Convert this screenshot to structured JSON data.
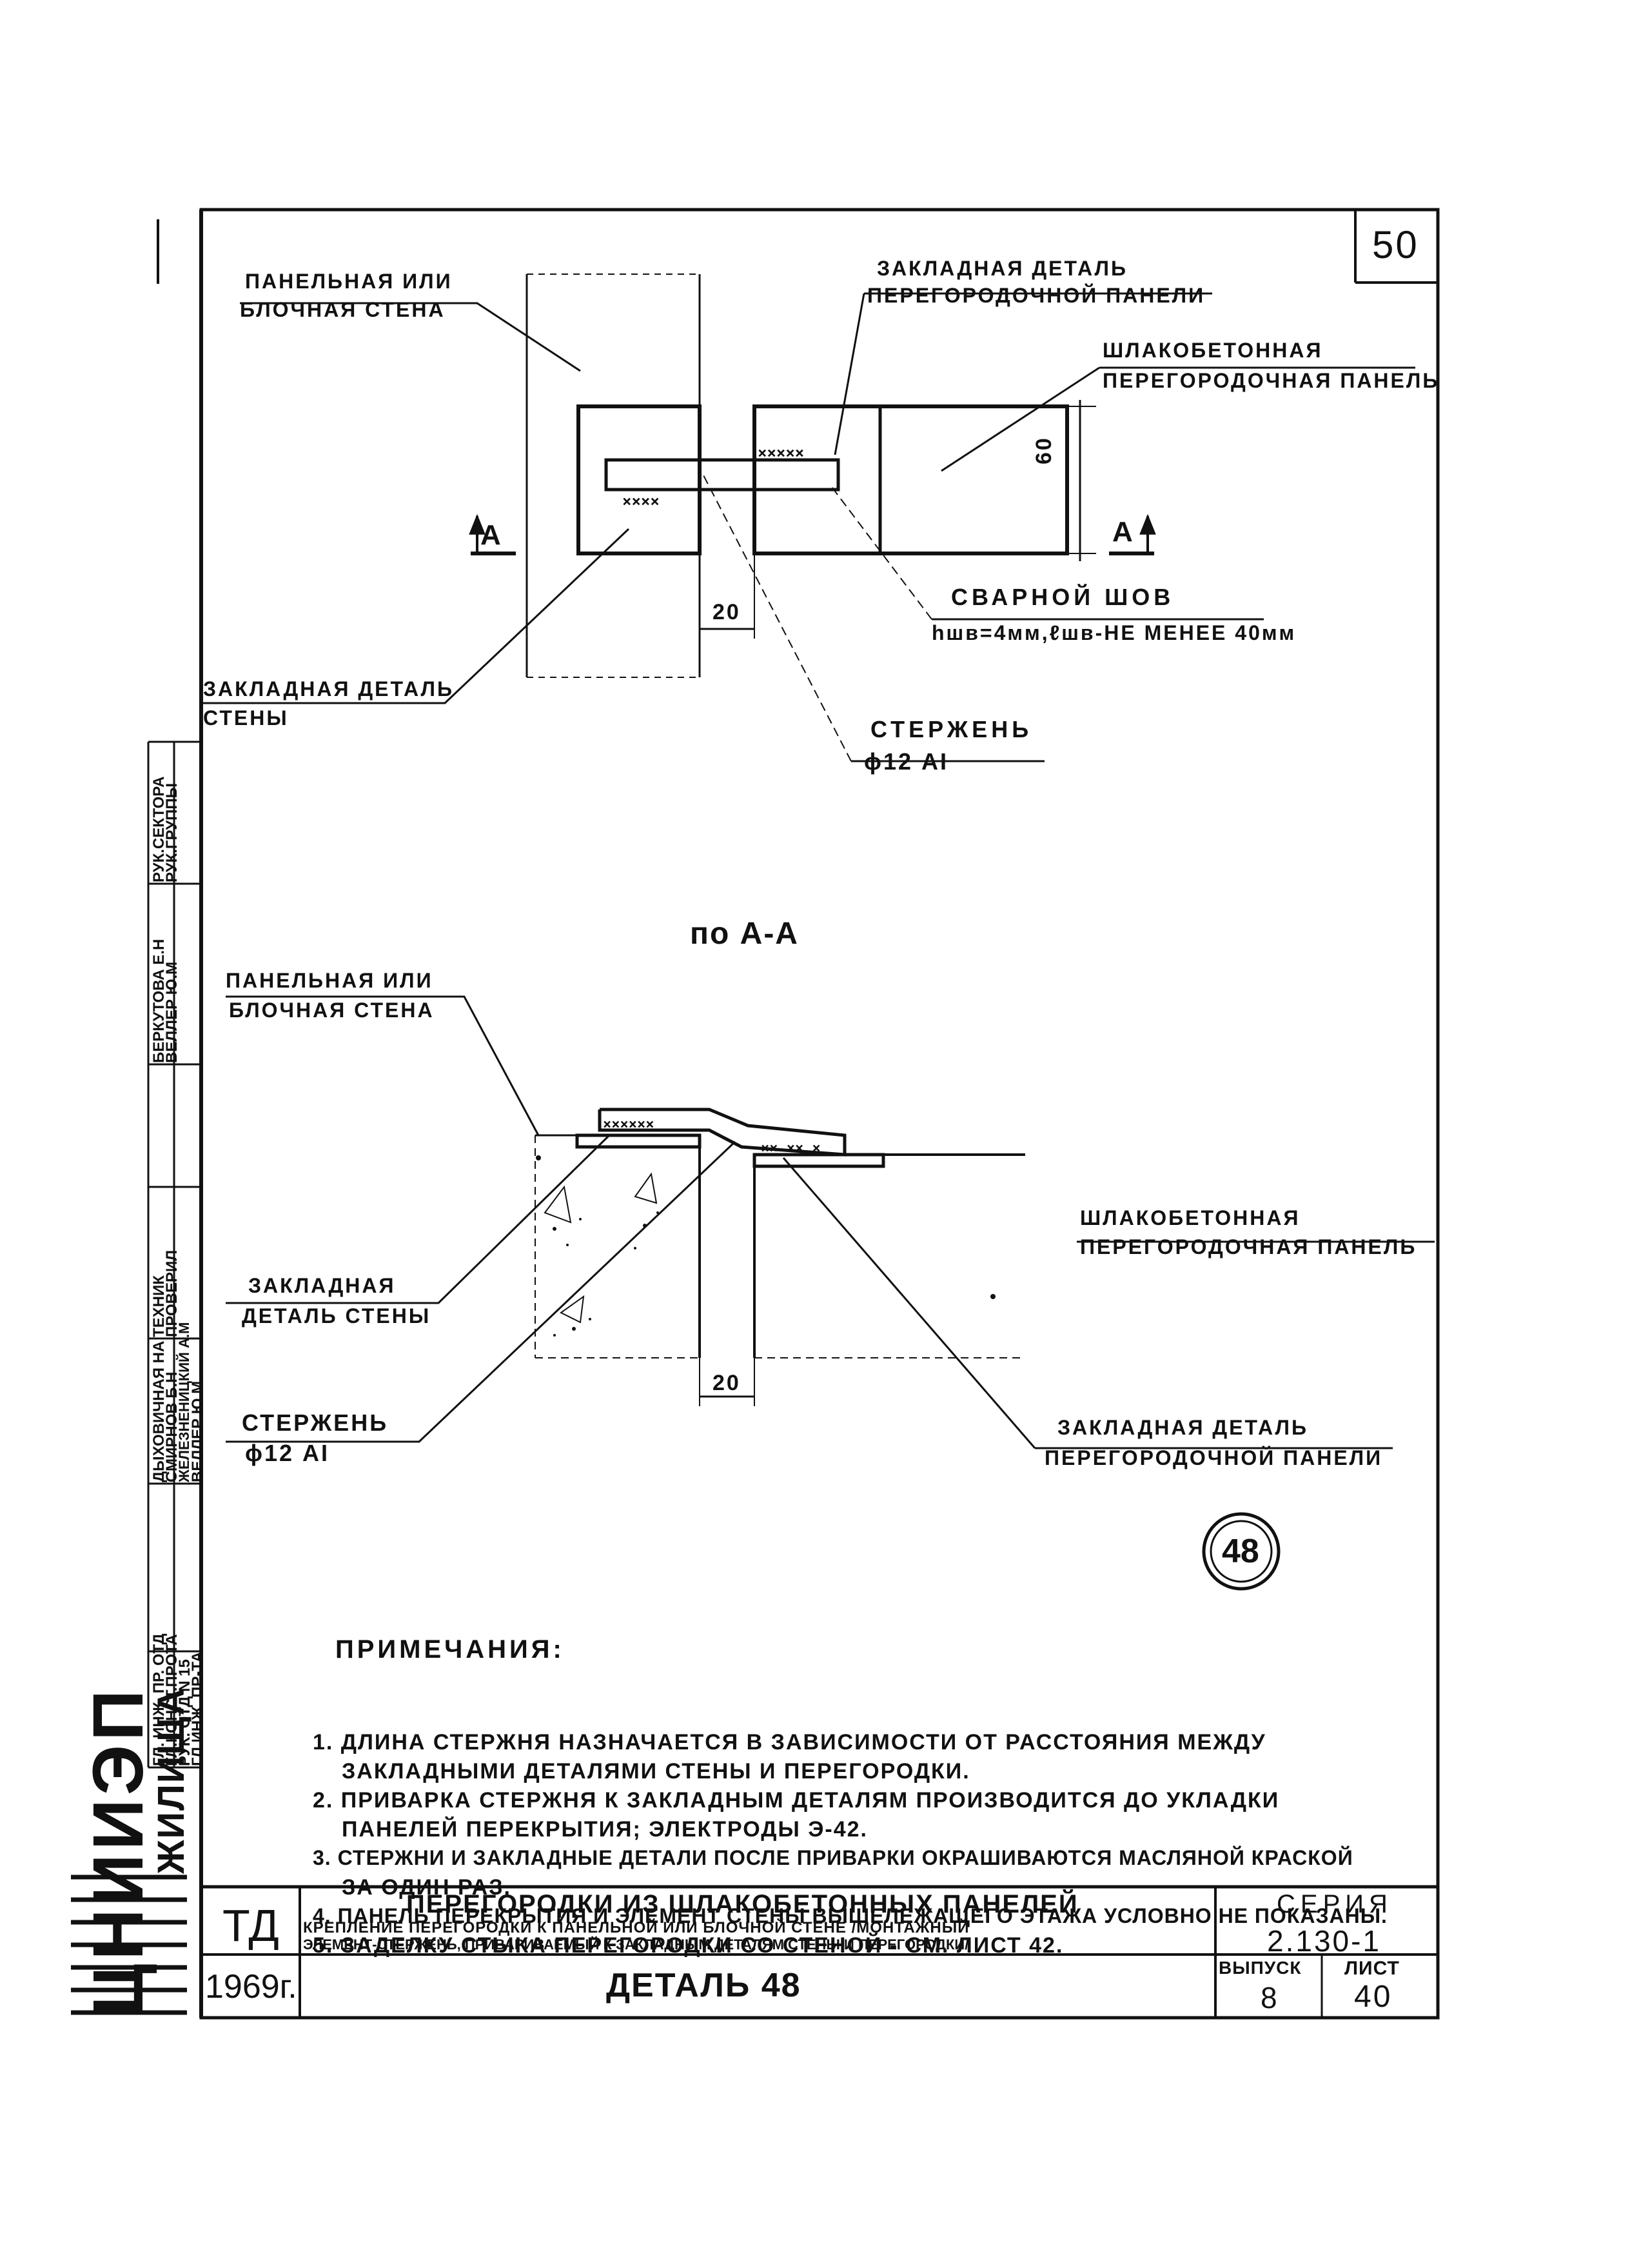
{
  "sheet_number": "50",
  "plan_view": {
    "label_wall": [
      "ПАНЕЛЬНАЯ ИЛИ",
      "БЛОЧНАЯ СТЕНА"
    ],
    "label_embedded_partition": [
      "ЗАКЛАДНАЯ ДЕТАЛЬ",
      "ПЕРЕГОРОДОЧНОЙ ПАНЕЛИ"
    ],
    "label_slag_panel": [
      "ШЛАКОБЕТОННАЯ",
      "ПЕРЕГОРОДОЧНАЯ ПАНЕЛЬ"
    ],
    "dim_60": "60",
    "section_mark_left": "А",
    "section_mark_right": "А",
    "dim_20": "20",
    "label_weld": [
      "СВАРНОЙ ШОВ",
      "hшв=4мм,ℓшв-НЕ МЕНЕЕ 40мм"
    ],
    "label_embedded_wall": [
      "ЗАКЛАДНАЯ ДЕТАЛЬ",
      "СТЕНЫ"
    ],
    "label_rod": [
      "СТЕРЖЕНЬ",
      "ϕ12 АI"
    ]
  },
  "section_view": {
    "title": "по А-А",
    "label_wall": [
      "ПАНЕЛЬНАЯ ИЛИ",
      "БЛОЧНАЯ СТЕНА"
    ],
    "label_slag_panel": [
      "ШЛАКОБЕТОННАЯ",
      "ПЕРЕГОРОДОЧНАЯ ПАНЕЛЬ"
    ],
    "label_embedded_wall": [
      "ЗАКЛАДНАЯ",
      "ДЕТАЛЬ СТЕНЫ"
    ],
    "label_rod": [
      "СТЕРЖЕНЬ",
      "ϕ12 АI"
    ],
    "dim_20": "20",
    "label_embedded_partition": [
      "ЗАКЛАДНАЯ ДЕТАЛЬ",
      "ПЕРЕГОРОДОЧНОЙ ПАНЕЛИ"
    ]
  },
  "detail_badge": "48",
  "notes": {
    "heading": "ПРИМЕЧАНИЯ:",
    "items": [
      "1. ДЛИНА СТЕРЖНЯ НАЗНАЧАЕТСЯ В ЗАВИСИМОСТИ ОТ РАССТОЯНИЯ МЕЖДУ",
      "ЗАКЛАДНЫМИ ДЕТАЛЯМИ СТЕНЫ И ПЕРЕГОРОДКИ.",
      "2. ПРИВАРКА СТЕРЖНЯ К ЗАКЛАДНЫМ ДЕТАЛЯМ ПРОИЗВОДИТСЯ ДО УКЛАДКИ",
      "ПАНЕЛЕЙ ПЕРЕКРЫТИЯ; ЭЛЕКТРОДЫ Э-42.",
      "3. СТЕРЖНИ И ЗАКЛАДНЫЕ ДЕТАЛИ ПОСЛЕ ПРИВАРКИ ОКРАШИВАЮТСЯ МАСЛЯНОЙ КРАСКОЙ",
      "ЗА ОДИН РАЗ.",
      "4. ПАНЕЛЬ ПЕРЕКРЫТИЯ И ЭЛЕМЕНТ СТЕНЫ ВЫШЕЛЕЖАЩЕГО ЭТАЖА УСЛОВНО НЕ ПОКАЗАНЫ.",
      "5. ЗАДЕЛКУ СТЫКА ПЕРЕГОРОДКИ СО СТЕНОЙ - СМ. ЛИСТ 42."
    ]
  },
  "title_block": {
    "td": "ТД",
    "title_main": "ПЕРЕГОРОДКИ ИЗ ШЛАКОБЕТОННЫХ ПАНЕЛЕЙ",
    "title_sub1": "КРЕПЛЕНИЕ ПЕРЕГОРОДКИ К ПАНЕЛЬНОЙ ИЛИ БЛОЧНОЙ СТЕНЕ /МОНТАЖНЫЙ",
    "title_sub2": "ЭЛЕМЕНТ-СТЕРЖЕНЬ, ПРИВАРИВАЕМЫЙ К ЗАКЛАДНЫМ ДЕТАЛЯМ СТЕНЫ И ПЕРЕГОРОДКИ/",
    "series_label": "СЕРИЯ",
    "series_value": "2.130-1",
    "year": "1969г.",
    "detail": "ДЕТАЛЬ 48",
    "issue_label": "ВЫПУСК",
    "issue_value": "8",
    "sheet_label": "ЛИСТ",
    "sheet_value": "40"
  },
  "side_stamp": {
    "org": "ЦНИИЭП",
    "org_suffix": "ЖИЛИЩА",
    "rows": [
      [
        "ГЛ. ИНЖ. ПР. ОТД",
        "ДЫХОВИЧНАЯ НА",
        "ТЕХНИК",
        "БЕРКУТОВА Е.Н",
        "РУК.СЕКТОРА"
      ],
      [
        "ГЛ.КОНСТ.ПРОТА",
        "СМИРНОВ Б.Н",
        "ПРОВЕРИЛ",
        "ВЕЛЛЕР Ю.М",
        "РУК.ГРУППЫ"
      ],
      [
        "РУК. ОТД N 15",
        "ЖЕЛЕЗНЕНИЦКИЙ А.М",
        "",
        "",
        ""
      ],
      [
        "ГЛ.ИНЖ. ПР-ТА",
        "ВЕЛЛЕР Ю.М",
        "",
        "",
        ""
      ]
    ]
  }
}
